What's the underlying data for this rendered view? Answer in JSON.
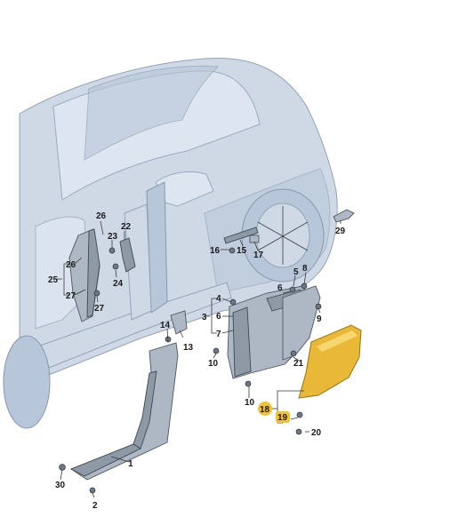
{
  "highlight_color": "#f2c230",
  "callouts": {
    "c1": "1",
    "c2": "2",
    "c3": "3",
    "c4": "4",
    "c5": "5",
    "c6": "6",
    "c7": "7",
    "c8": "8",
    "c9": "9",
    "c10": "10",
    "c13": "13",
    "c14": "14",
    "c15": "15",
    "c16": "16",
    "c17": "17",
    "c18": "18",
    "c19": "19",
    "c20": "20",
    "c21": "21",
    "c22": "22",
    "c23": "23",
    "c24": "24",
    "c25": "25",
    "c26": "26",
    "c27": "27",
    "c29": "29",
    "c30": "30"
  }
}
